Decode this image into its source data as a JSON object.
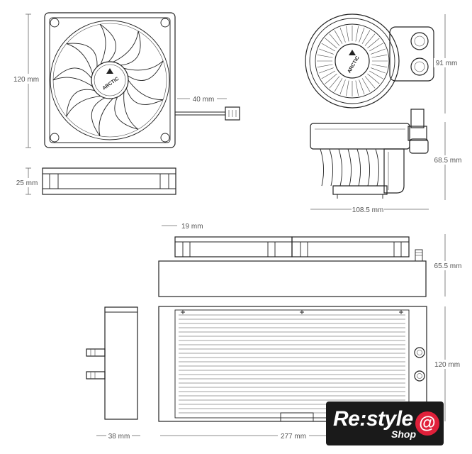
{
  "dimensions": {
    "fan_height": "120 mm",
    "cable_length": "40 mm",
    "fan_thickness": "25 mm",
    "pump_top_height": "91 mm",
    "pump_side_height": "68.5 mm",
    "pump_width": "108.5 mm",
    "fan_gap": "19 mm",
    "radiator_thickness": "65.5 mm",
    "radiator_height": "120 mm",
    "tank_width": "38 mm",
    "radiator_length": "277 mm"
  },
  "fan_logo": "ARCTIC",
  "pump_logo": "ARCTIC",
  "watermark": {
    "brand": "Re:style",
    "shop": "Shop",
    "symbol": "@"
  }
}
